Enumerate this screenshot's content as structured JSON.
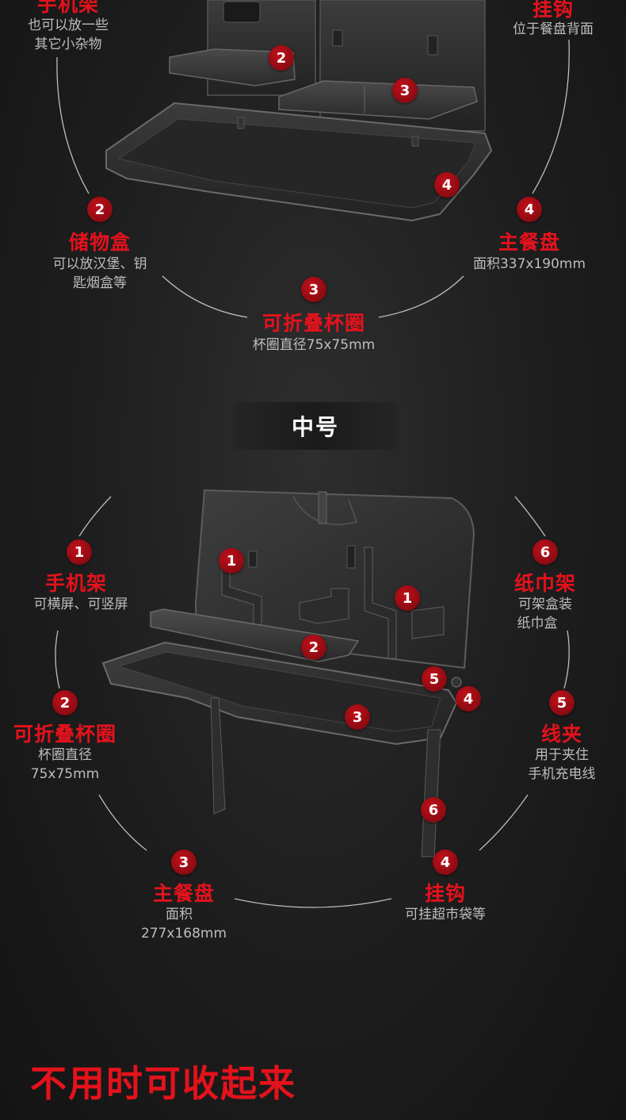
{
  "top_section": {
    "callouts": [
      {
        "id": "phone",
        "title": "手机架",
        "desc": [
          "也可以放一些",
          "其它小杂物"
        ]
      },
      {
        "id": "hook",
        "title": "挂钩",
        "desc": [
          "位于餐盘背面"
        ]
      },
      {
        "id": "storage",
        "number": "2",
        "title": "储物盒",
        "desc": [
          "可以放汉堡、钥",
          "匙烟盒等"
        ]
      },
      {
        "id": "tray",
        "number": "4",
        "title": "主餐盘",
        "desc": [
          "面积337x190mm"
        ]
      },
      {
        "id": "cup",
        "number": "3",
        "title": "可折叠杯圈",
        "desc": [
          "杯圈直径75x75mm"
        ]
      }
    ],
    "product_badges": [
      "2",
      "3",
      "4"
    ]
  },
  "size_label": "中号",
  "middle_section": {
    "callouts": [
      {
        "id": "phone",
        "number": "1",
        "title": "手机架",
        "desc": [
          "可横屏、可竖屏"
        ]
      },
      {
        "id": "tissue",
        "number": "6",
        "title": "纸巾架",
        "desc": [
          "可架盒装",
          "纸巾盒"
        ]
      },
      {
        "id": "cup",
        "number": "2",
        "title": "可折叠杯圈",
        "desc": [
          "杯圈直径",
          "75x75mm"
        ]
      },
      {
        "id": "clip",
        "number": "5",
        "title": "线夹",
        "desc": [
          "用于夹住",
          "手机充电线"
        ]
      },
      {
        "id": "tray",
        "number": "3",
        "title": "主餐盘",
        "desc": [
          "面积",
          "277x168mm"
        ]
      },
      {
        "id": "hook",
        "number": "4",
        "title": "挂钩",
        "desc": [
          "可挂超市袋等"
        ]
      }
    ],
    "product_badges": [
      "1",
      "1",
      "2",
      "5",
      "4",
      "3",
      "6"
    ]
  },
  "footer": {
    "text": "不用时可收起来"
  },
  "colors": {
    "accent": "#e4121c",
    "badge": "#a00d16",
    "background": "#1d1d1d"
  }
}
